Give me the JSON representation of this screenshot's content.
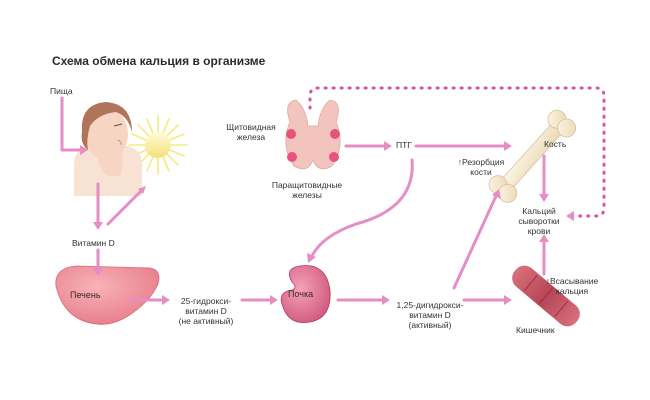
{
  "title": "Схема обмена кальция в организме",
  "labels": {
    "food": "Пища",
    "thyroid": [
      "Щитовидная",
      "железа"
    ],
    "parathyroid": [
      "Паращитовидные",
      "железы"
    ],
    "pth": "ПТГ",
    "bone": "Кость",
    "resorption": [
      "↑Резорбция",
      "кости"
    ],
    "serum_calcium": [
      "Кальций",
      "сыворотки",
      "крови"
    ],
    "vitamin_d": "Витамин D",
    "liver": "Печень",
    "hydroxy25": [
      "25-гидрокси-",
      "витамин D",
      "(не активный)"
    ],
    "kidney": "Почка",
    "dihydroxy": [
      "1,25-дигидрокси-",
      "витамин D",
      "(активный)"
    ],
    "absorption": [
      "↑Всасывание",
      "кальция"
    ],
    "intestine": "Кишечник"
  },
  "colors": {
    "arrow": "#e58ec6",
    "dotted": "#d6569c",
    "liver": "#ee8a95",
    "kidney": "#e0688a",
    "thyroid": "#f2c4bd",
    "intestine": "#c95765",
    "sun": "#f6e870",
    "skin": "#f6d6c2",
    "hair": "#b0745a",
    "bone": "#f7ebd0"
  },
  "icons": [
    "sun-icon",
    "face-icon",
    "thyroid-icon",
    "bone-icon",
    "liver-icon",
    "kidney-icon",
    "intestine-icon"
  ]
}
